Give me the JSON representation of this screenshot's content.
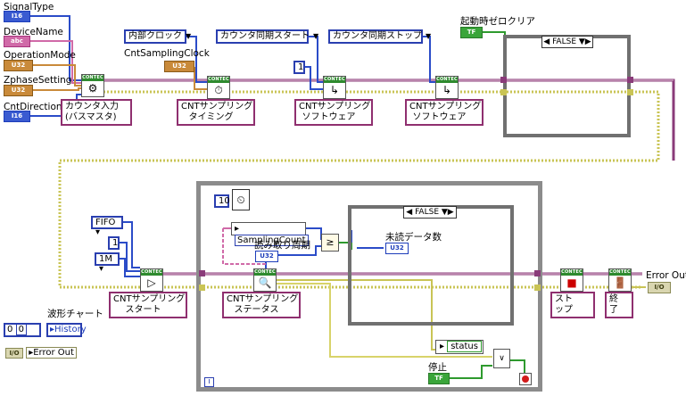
{
  "controls": {
    "signal_type": {
      "label": "SignalType",
      "term": "I16"
    },
    "device_name": {
      "label": "DeviceName",
      "term": "abc"
    },
    "operation_mode": {
      "label": "OperationMode",
      "term": "U32"
    },
    "zphase_setting": {
      "label": "ZphaseSetting",
      "term": "U32"
    },
    "cnt_direction": {
      "label": "CntDirection",
      "term": "I16"
    },
    "cnt_sampling_clock": {
      "label": "CntSamplingClock"
    },
    "startup_zero_clear": {
      "label": "起動時ゼロクリア",
      "term": "TF"
    },
    "waveform_chart": {
      "label": "波形チャート",
      "value_a": "0",
      "value_b": "0",
      "history": "History"
    },
    "error_out_ctrl": {
      "text": "Error Out"
    },
    "stop_ctrl": {
      "label": "停止",
      "term": "TF"
    }
  },
  "constants": {
    "internal_clock": "内部クロック",
    "counter_sync_start": "カウンタ同期スタート",
    "counter_sync_stop": "カウンタ同期ストップ",
    "one_a": "1",
    "one_b": "1",
    "fifo": "FIFO",
    "one_m": "1M",
    "wait_ms": "10",
    "sampling_count": "SamplingCount",
    "read_period": "読み取り周期",
    "unread_label": "未読データ数",
    "unread_term": "U32",
    "read_period_term": "U32",
    "status": "status"
  },
  "vis": {
    "header": "CONTEC",
    "counter_input": "カウンタ入力\n(バスマスタ)",
    "cnt_sampling_timing": "CNTサンプリング\nタイミング",
    "cnt_sampling_sw1": "CNTサンプリング\nソフトウェア",
    "cnt_sampling_sw2": "CNTサンプリング\nソフトウェア",
    "cnt_sampling_start": "CNTサンプリング\nスタート",
    "cnt_sampling_status": "CNTサンプリング\nステータス",
    "stop": "ストップ",
    "end": "終了"
  },
  "structures": {
    "case1_selector": "FALSE",
    "case2_selector": "FALSE",
    "loop_iter": "i"
  },
  "indicators": {
    "error_out": {
      "label": "Error Out",
      "term": "I/O"
    }
  },
  "colors": {
    "error_wire": "#d8d36a",
    "task_wire": "#8a3b7a",
    "int_wire": "#2b4cc8",
    "bool_wire": "#2e9a2e"
  }
}
